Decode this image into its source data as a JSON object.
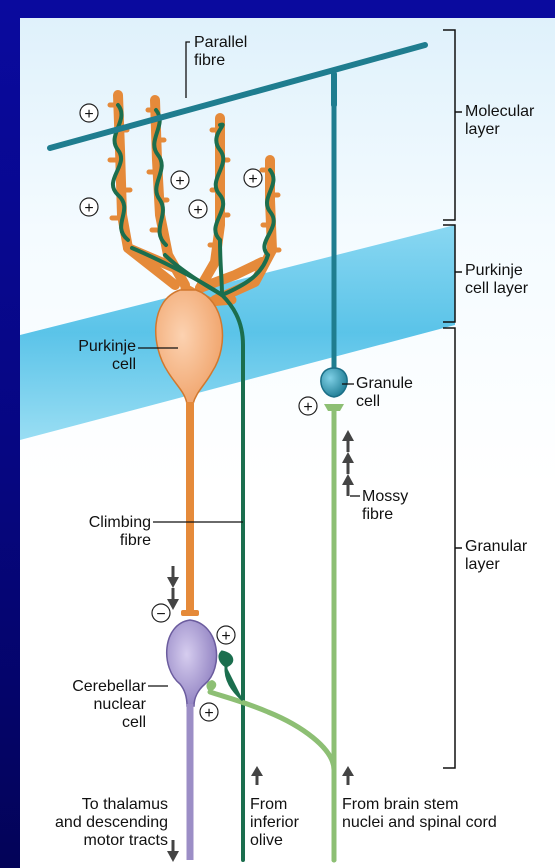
{
  "labels": {
    "parallel_fibre": "Parallel\nfibre",
    "purkinje_cell": "Purkinje\ncell",
    "climbing_fibre": "Climbing\nfibre",
    "cerebellar_nuclear_cell": "Cerebellar\nnuclear\ncell",
    "to_thalamus": "To thalamus\nand descending\nmotor tracts",
    "from_inferior_olive": "From\ninferior\nolive",
    "granule_cell": "Granule\ncell",
    "mossy_fibre": "Mossy\nfibre",
    "from_brain_stem": "From brain stem\nnuclei and spinal cord"
  },
  "layers": {
    "molecular": "Molecular\nlayer",
    "purkinje": "Purkinje\ncell layer",
    "granular": "Granular\nlayer"
  },
  "signs": {
    "excitatory": "+",
    "inhibitory": "−"
  },
  "colors": {
    "background": "#0a0a9e",
    "panel": "#ffffff",
    "band": "#52c3e8",
    "purkinje_orange": "#e58a3a",
    "purkinje_soma": "#f6b487",
    "climbing_green": "#1b6e4e",
    "parallel_teal": "#1f7d8f",
    "granule_teal": "#2a8fa8",
    "mossy_green": "#8dbf74",
    "nuclear_purple": "#9c8ec6"
  }
}
